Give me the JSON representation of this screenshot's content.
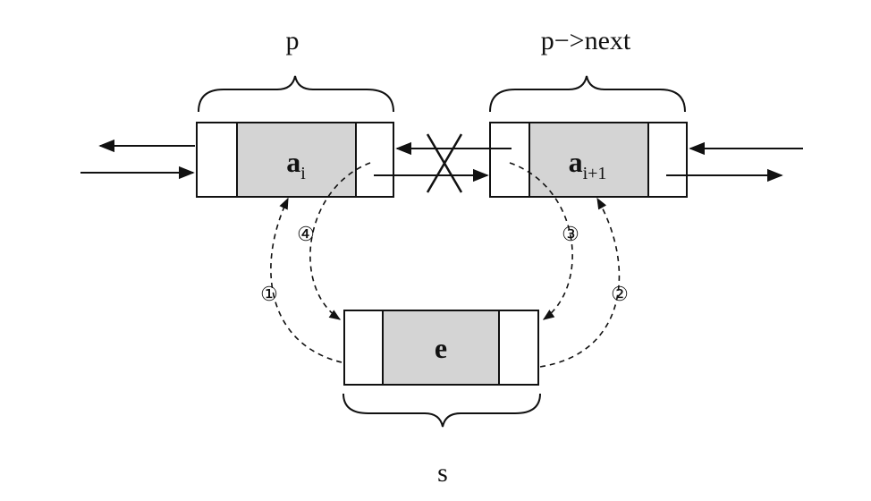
{
  "labels": {
    "p": "p",
    "p_next": "p−>next",
    "s": "s"
  },
  "nodes": {
    "ai": {
      "base": "a",
      "sub": "i"
    },
    "ai1": {
      "base": "a",
      "sub": "i+1"
    },
    "e": {
      "base": "e"
    }
  },
  "steps": {
    "one": "①",
    "two": "②",
    "three": "③",
    "four": "④"
  },
  "colors": {
    "data_fill": "#d4d4d4",
    "stroke": "#111111",
    "background": "#ffffff"
  }
}
